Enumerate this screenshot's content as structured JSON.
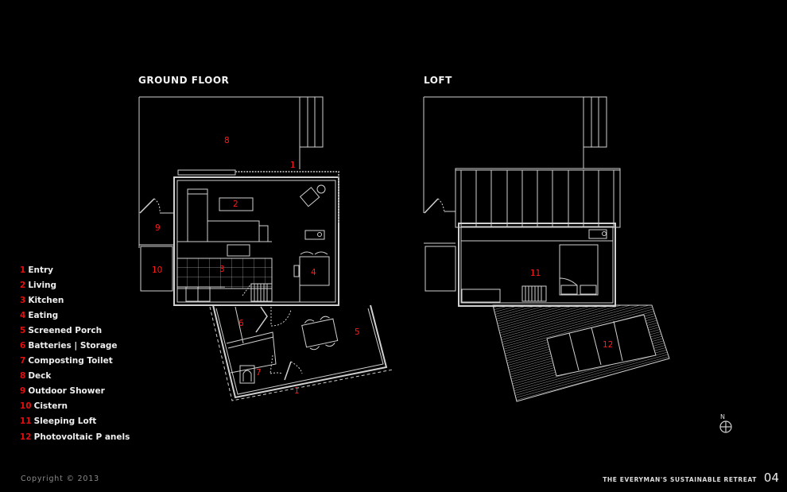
{
  "titles": {
    "ground_floor": "GROUND FLOOR",
    "loft": "LOFT"
  },
  "legend": [
    {
      "num": "1",
      "label": "Entry"
    },
    {
      "num": "2",
      "label": "Living"
    },
    {
      "num": "3",
      "label": "Kitchen"
    },
    {
      "num": "4",
      "label": "Eating"
    },
    {
      "num": "5",
      "label": "Screened Porch"
    },
    {
      "num": "6",
      "label": "Batteries | Storage"
    },
    {
      "num": "7",
      "label": "Composting Toilet"
    },
    {
      "num": "8",
      "label": "Deck"
    },
    {
      "num": "9",
      "label": "Outdoor Shower"
    },
    {
      "num": "10",
      "label": "Cistern"
    },
    {
      "num": "11",
      "label": "Sleeping Loft"
    },
    {
      "num": "12",
      "label": "Photovoltaic P anels"
    }
  ],
  "plan_labels": {
    "ground": {
      "deck": "8",
      "entry_top": "1",
      "living": "2",
      "shower": "9",
      "cistern": "10",
      "kitchen": "3",
      "eating": "4",
      "storage": "6",
      "porch": "5",
      "toilet": "7",
      "entry_bottom": "1"
    },
    "loft": {
      "sleeping": "11",
      "pv": "12"
    }
  },
  "compass": {
    "label": "N"
  },
  "footer": {
    "copyright": "Copyright © 2013",
    "title": "THE EVERYMAN'S SUSTAINABLE RETREAT",
    "page": "04"
  },
  "colors": {
    "background": "#000000",
    "lines": "#d8d8d8",
    "labels": "#ff1a1a"
  }
}
